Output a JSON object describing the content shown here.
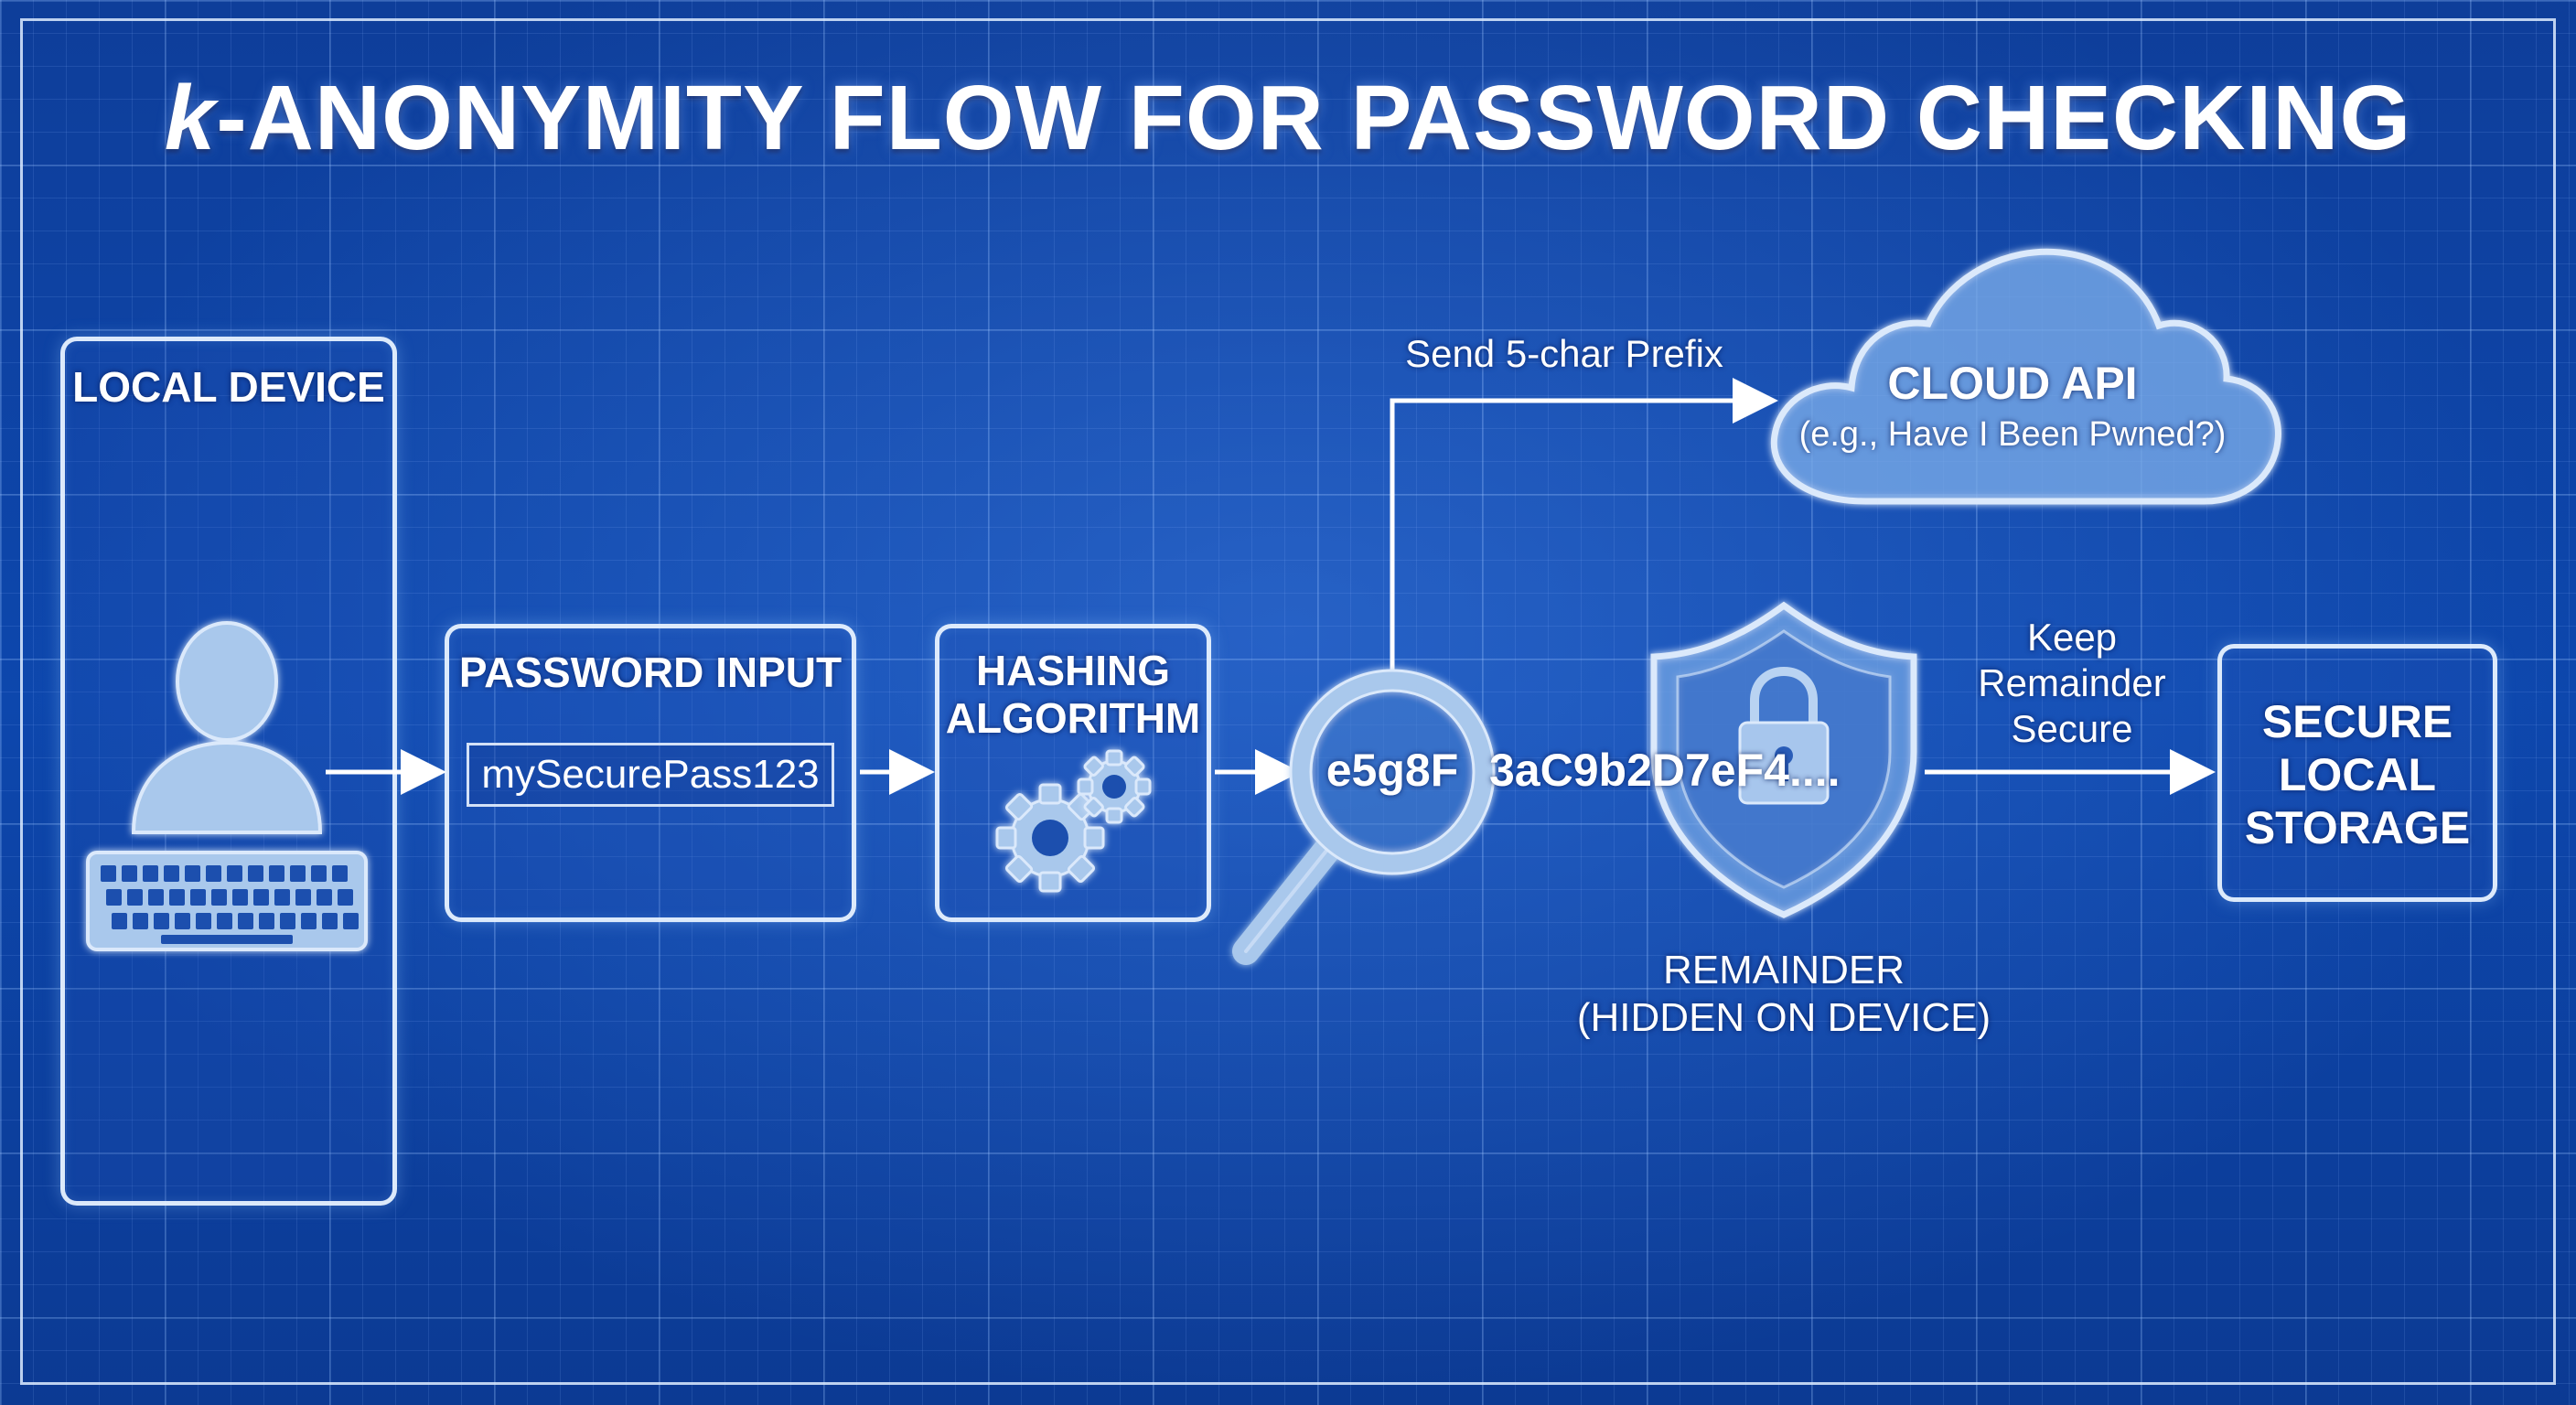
{
  "title": {
    "prefix": "k",
    "rest": "-ANONYMITY FLOW FOR PASSWORD CHECKING"
  },
  "local_device": {
    "label": "LOCAL DEVICE"
  },
  "password_input": {
    "label": "PASSWORD INPUT",
    "value": "mySecurePass123"
  },
  "hashing": {
    "line1": "HASHING",
    "line2": "ALGORITHM"
  },
  "hash": {
    "prefix": "e5g8F",
    "remainder": "3aC9b2D7eF4...."
  },
  "send_label": "Send 5-char Prefix",
  "cloud_api": {
    "title": "CLOUD API",
    "subtitle": "(e.g., Have I Been Pwned?)"
  },
  "keep": {
    "line1": "Keep",
    "line2": "Remainder",
    "line3": "Secure"
  },
  "remainder_caption": {
    "line1": "REMAINDER",
    "line2": "(HIDDEN ON DEVICE)"
  },
  "secure_storage": {
    "line1": "SECURE",
    "line2": "LOCAL",
    "line3": "STORAGE"
  },
  "colors": {
    "background": "#0d47ad",
    "line": "#e8f2ff",
    "icon_fill": "#a9c8ec",
    "icon_stroke": "#dbe9fb"
  },
  "icons": [
    "user-icon",
    "keyboard-icon",
    "gear-icon",
    "magnifier-icon",
    "shield-icon",
    "padlock-icon",
    "cloud-icon"
  ]
}
